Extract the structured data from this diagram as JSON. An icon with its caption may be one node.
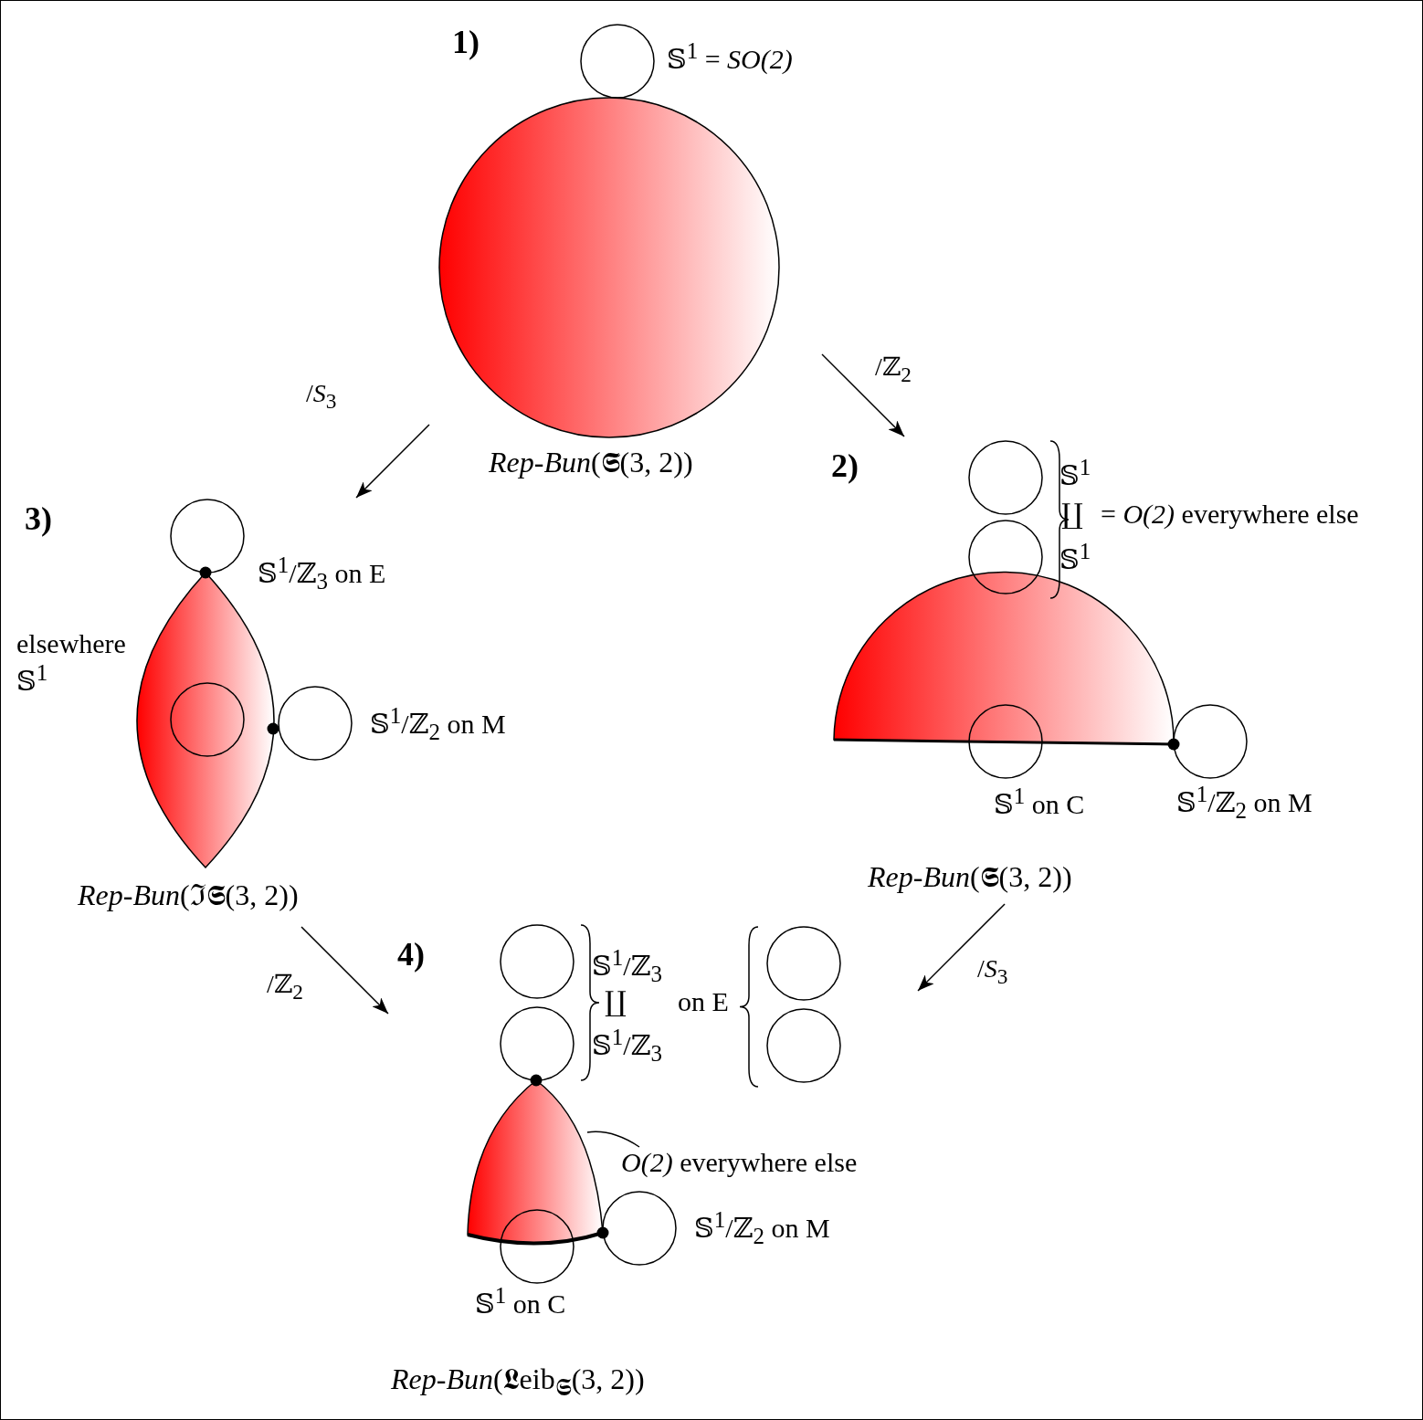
{
  "diagram": {
    "nodes": [
      {
        "text": [
          "1)",
          "*Rep*-*Bun*(𝕾̃(3, 2))"
        ]
      },
      {
        "text": [
          "3)",
          "*Rep*-*Bun*(ℑ𝕾(3, 2))"
        ]
      },
      {
        "text": [
          "2)",
          "*Rep*-*Bun*(𝕾(3, 2))"
        ]
      },
      {
        "text": [
          "4)",
          "*Rep*-*Bun*(𝕷eib$_{𝕾}$(3, 2))"
        ]
      },
      {
        "text": [
          "*O(2)* everywhere else"
        ],
        "in": 3
      },
      {
        "text": [],
        "shape": "picture",
        "in": 3
      }
    ],
    "edges": [
      {
        "from": 0,
        "to": 1,
        "arrow": "to",
        "label": "/*S*$_{3}$"
      },
      {
        "from": 0,
        "to": 2,
        "arrow": "to",
        "label": "/ℤ$_{2}$"
      },
      {
        "from": 1,
        "to": 3,
        "arrow": "to",
        "label": "/ℤ$_{2}$"
      },
      {
        "from": 2,
        "to": 3,
        "arrow": "to",
        "label": "/*S*$_{3}$"
      },
      {
        "from": 4,
        "to": 5,
        "arrow": "none"
      }
    ],
    "labels": [
      "𝕊$^{1}$ = *SO(2)*",
      "𝕊$^{1}$/ℤ$_{3}$ on E",
      "elsewhere 𝕊$^{1}$",
      "𝕊$^{1}$/ℤ$_{2}$ on M",
      "𝕊$^{1}$",
      "∐",
      "𝕊$^{1}$",
      "= *O(2)* everywhere else",
      "𝕊$^{1}$ on C",
      "𝕊$^{1}$/ℤ$_{2}$ on M",
      "𝕊$^{1}$/ℤ$_{3}$",
      "∐",
      "𝕊$^{1}$/ℤ$_{3}$",
      "on E",
      "𝕊$^{1}$/ℤ$_{2}$ on M",
      "𝕊$^{1}$ on C"
    ]
  }
}
